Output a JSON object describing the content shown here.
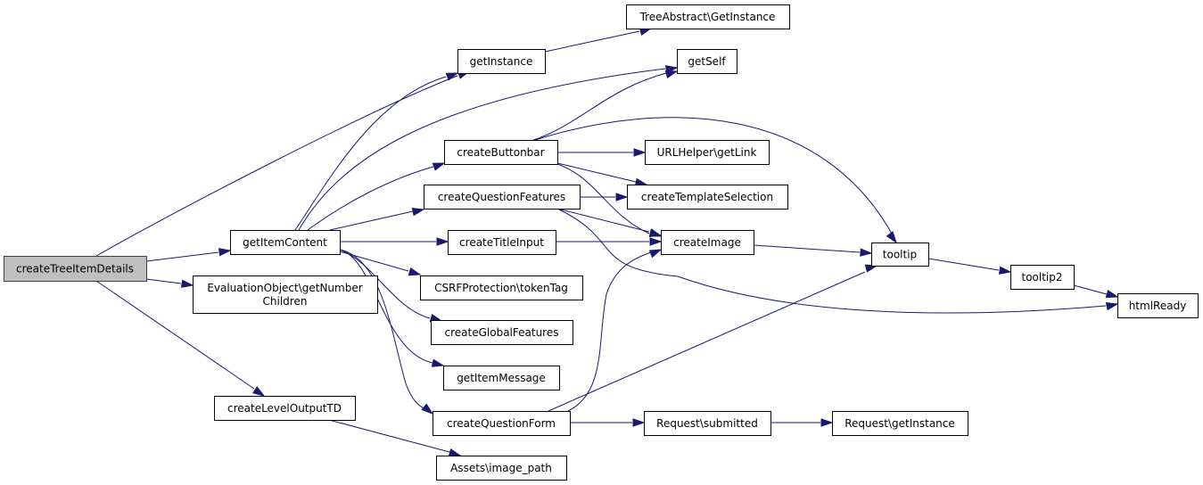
{
  "diagram": {
    "type": "call-graph",
    "root": "createTreeItemDetails",
    "colors": {
      "edge": "#191970",
      "root_fill": "#bfbfbf",
      "node_fill": "#ffffff",
      "node_stroke": "#000000"
    },
    "nodes": [
      {
        "id": "createTreeItemDetails",
        "lines": [
          "createTreeItemDetails"
        ]
      },
      {
        "id": "getItemContent",
        "lines": [
          "getItemContent"
        ]
      },
      {
        "id": "EvaluationObject_getNumberChildren",
        "lines": [
          "EvaluationObject\\getNumber",
          "Children"
        ]
      },
      {
        "id": "createLevelOutputTD",
        "lines": [
          "createLevelOutputTD"
        ]
      },
      {
        "id": "getInstance",
        "lines": [
          "getInstance"
        ]
      },
      {
        "id": "TreeAbstract_GetInstance",
        "lines": [
          "TreeAbstract\\GetInstance"
        ]
      },
      {
        "id": "getSelf",
        "lines": [
          "getSelf"
        ]
      },
      {
        "id": "createButtonbar",
        "lines": [
          "createButtonbar"
        ]
      },
      {
        "id": "URLHelper_getLink",
        "lines": [
          "URLHelper\\getLink"
        ]
      },
      {
        "id": "createQuestionFeatures",
        "lines": [
          "createQuestionFeatures"
        ]
      },
      {
        "id": "createTemplateSelection",
        "lines": [
          "createTemplateSelection"
        ]
      },
      {
        "id": "createTitleInput",
        "lines": [
          "createTitleInput"
        ]
      },
      {
        "id": "createImage",
        "lines": [
          "createImage"
        ]
      },
      {
        "id": "CSRFProtection_tokenTag",
        "lines": [
          "CSRFProtection\\tokenTag"
        ]
      },
      {
        "id": "createGlobalFeatures",
        "lines": [
          "createGlobalFeatures"
        ]
      },
      {
        "id": "getItemMessage",
        "lines": [
          "getItemMessage"
        ]
      },
      {
        "id": "createQuestionForm",
        "lines": [
          "createQuestionForm"
        ]
      },
      {
        "id": "Request_submitted",
        "lines": [
          "Request\\submitted"
        ]
      },
      {
        "id": "Request_getInstance",
        "lines": [
          "Request\\getInstance"
        ]
      },
      {
        "id": "Assets_image_path",
        "lines": [
          "Assets\\image_path"
        ]
      },
      {
        "id": "tooltip",
        "lines": [
          "tooltip"
        ]
      },
      {
        "id": "tooltip2",
        "lines": [
          "tooltip2"
        ]
      },
      {
        "id": "htmlReady",
        "lines": [
          "htmlReady"
        ]
      }
    ],
    "edges": [
      {
        "from": "createTreeItemDetails",
        "to": "getInstance"
      },
      {
        "from": "createTreeItemDetails",
        "to": "getItemContent"
      },
      {
        "from": "createTreeItemDetails",
        "to": "EvaluationObject_getNumberChildren"
      },
      {
        "from": "createTreeItemDetails",
        "to": "createLevelOutputTD"
      },
      {
        "from": "getItemContent",
        "to": "getInstance"
      },
      {
        "from": "getItemContent",
        "to": "getSelf"
      },
      {
        "from": "getItemContent",
        "to": "createButtonbar"
      },
      {
        "from": "getItemContent",
        "to": "createQuestionFeatures"
      },
      {
        "from": "getItemContent",
        "to": "createTitleInput"
      },
      {
        "from": "getItemContent",
        "to": "CSRFProtection_tokenTag"
      },
      {
        "from": "getItemContent",
        "to": "createGlobalFeatures"
      },
      {
        "from": "getItemContent",
        "to": "getItemMessage"
      },
      {
        "from": "getItemContent",
        "to": "createQuestionForm"
      },
      {
        "from": "getInstance",
        "to": "TreeAbstract_GetInstance"
      },
      {
        "from": "createButtonbar",
        "to": "getSelf"
      },
      {
        "from": "createButtonbar",
        "to": "URLHelper_getLink"
      },
      {
        "from": "createButtonbar",
        "to": "createTemplateSelection"
      },
      {
        "from": "createButtonbar",
        "to": "createImage"
      },
      {
        "from": "createButtonbar",
        "to": "tooltip"
      },
      {
        "from": "createQuestionFeatures",
        "to": "createTemplateSelection"
      },
      {
        "from": "createQuestionFeatures",
        "to": "createImage"
      },
      {
        "from": "createQuestionFeatures",
        "to": "htmlReady"
      },
      {
        "from": "createTitleInput",
        "to": "createImage"
      },
      {
        "from": "createQuestionForm",
        "to": "createImage"
      },
      {
        "from": "createQuestionForm",
        "to": "tooltip"
      },
      {
        "from": "createQuestionForm",
        "to": "Request_submitted"
      },
      {
        "from": "Request_submitted",
        "to": "Request_getInstance"
      },
      {
        "from": "createLevelOutputTD",
        "to": "Assets_image_path"
      },
      {
        "from": "createImage",
        "to": "tooltip"
      },
      {
        "from": "tooltip",
        "to": "tooltip2"
      },
      {
        "from": "tooltip2",
        "to": "htmlReady"
      }
    ]
  }
}
